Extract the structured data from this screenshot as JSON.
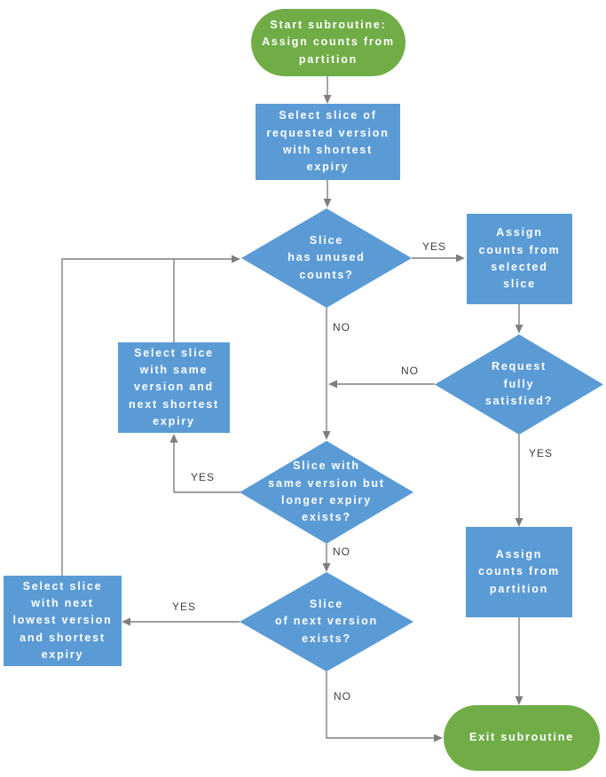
{
  "diagram": {
    "type": "flowchart",
    "colors": {
      "process_fill": "#5b9bd5",
      "terminator_fill": "#70ad47",
      "edge_stroke": "#7f7f7f",
      "node_text": "#ffffff",
      "edge_label_text": "#3f3f3f"
    },
    "nodes": {
      "start": {
        "type": "terminator",
        "label": "Start subroutine:\nAssign counts from\npartition"
      },
      "select_requested": {
        "type": "process",
        "label": "Select slice of\nrequested version\nwith shortest\nexpiry"
      },
      "has_unused": {
        "type": "decision",
        "label": "Slice\nhas unused\ncounts?"
      },
      "assign_selected": {
        "type": "process",
        "label": "Assign\ncounts from\nselected\nslice"
      },
      "fully_satisfied": {
        "type": "decision",
        "label": "Request\nfully\nsatisfied?"
      },
      "select_same_version": {
        "type": "process",
        "label": "Select slice\nwith same\nversion and\nnext shortest\nexpiry"
      },
      "longer_expiry": {
        "type": "decision",
        "label": "Slice with\nsame version but\nlonger expiry\nexists?"
      },
      "next_version": {
        "type": "decision",
        "label": "Slice\nof next version\nexists?"
      },
      "select_next_lowest": {
        "type": "process",
        "label": "Select slice\nwith next\nlowest version\nand shortest\nexpiry"
      },
      "assign_partition": {
        "type": "process",
        "label": "Assign\ncounts from\npartition"
      },
      "exit": {
        "type": "terminator",
        "label": "Exit subroutine"
      }
    },
    "edge_labels": {
      "has_unused_yes": "YES",
      "has_unused_no": "NO",
      "fully_satisfied_no": "NO",
      "fully_satisfied_yes": "YES",
      "longer_expiry_yes": "YES",
      "longer_expiry_no": "NO",
      "next_version_yes": "YES",
      "next_version_no": "NO"
    }
  }
}
